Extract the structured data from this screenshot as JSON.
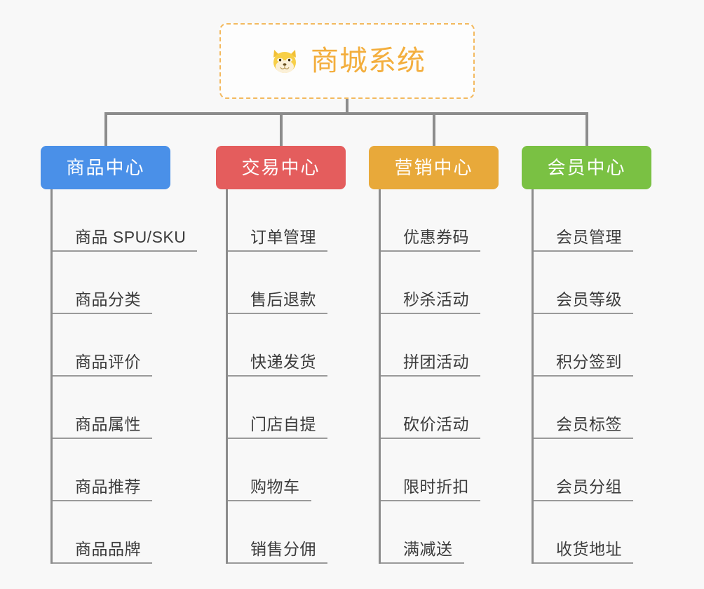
{
  "background_color": "#f8f8f8",
  "root": {
    "icon": "shiba-dog-face-icon",
    "title": "商城系统",
    "title_color": "#f3ae3d",
    "border_color": "#f3b95f",
    "border_style": "dashed"
  },
  "connector_color": "#8c8c8c",
  "columns": [
    {
      "id": "product-center",
      "title": "商品中心",
      "color": "#4a90e8",
      "items": [
        "商品 SPU/SKU",
        "商品分类",
        "商品评价",
        "商品属性",
        "商品推荐",
        "商品品牌"
      ]
    },
    {
      "id": "trade-center",
      "title": "交易中心",
      "color": "#e45d5d",
      "items": [
        "订单管理",
        "售后退款",
        "快递发货",
        "门店自提",
        "购物车",
        "销售分佣"
      ]
    },
    {
      "id": "marketing-center",
      "title": "营销中心",
      "color": "#e8a93a",
      "items": [
        "优惠券码",
        "秒杀活动",
        "拼团活动",
        "砍价活动",
        "限时折扣",
        "满减送"
      ]
    },
    {
      "id": "member-center",
      "title": "会员中心",
      "color": "#7ac143",
      "items": [
        "会员管理",
        "会员等级",
        "积分签到",
        "会员标签",
        "会员分组",
        "收货地址"
      ]
    }
  ]
}
